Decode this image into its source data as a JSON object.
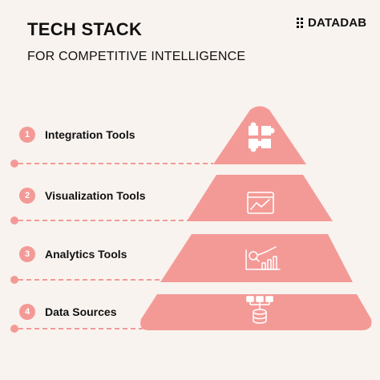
{
  "title": "TECH STACK",
  "subtitle": "FOR COMPETITIVE INTELLIGENCE",
  "brand": "DATADAB",
  "colors": {
    "accent": "#f39a97",
    "background": "#f9f3ef",
    "text": "#111111"
  },
  "layers": [
    {
      "number": "1",
      "label": "Integration Tools",
      "icon": "puzzle-icon"
    },
    {
      "number": "2",
      "label": "Visualization Tools",
      "icon": "line-chart-window-icon"
    },
    {
      "number": "3",
      "label": "Analytics Tools",
      "icon": "analytics-chart-icon"
    },
    {
      "number": "4",
      "label": "Data Sources",
      "icon": "database-network-icon"
    }
  ]
}
